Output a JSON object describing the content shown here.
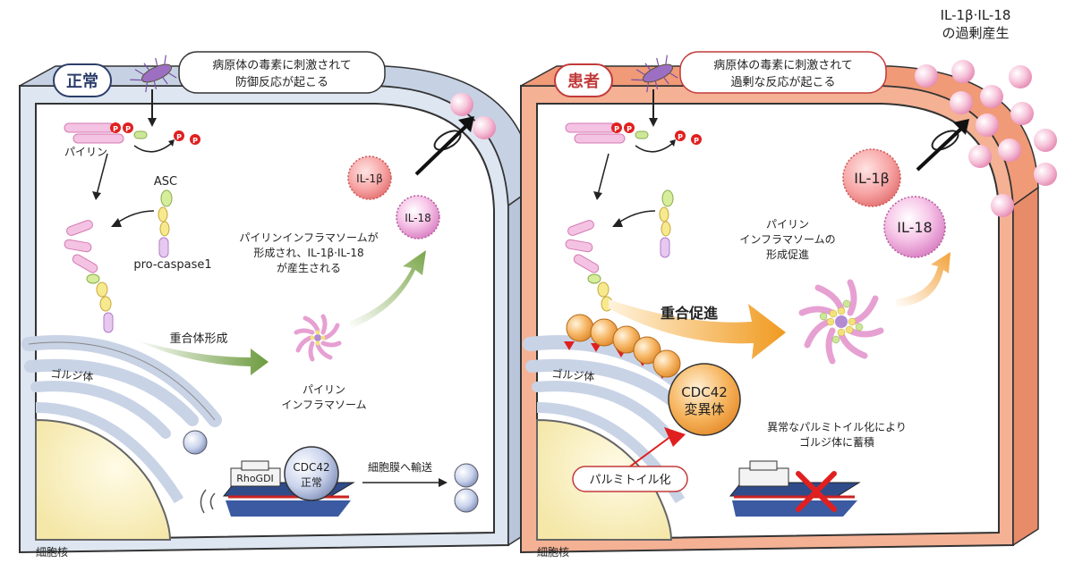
{
  "top_note": {
    "line1": "IL-1β·IL-18",
    "line2": "の過剰産生"
  },
  "normal": {
    "badge": "正常",
    "stimulus": {
      "line1": "病原体の毒素に刺激されて",
      "line2": "防御反応が起こる"
    },
    "pyrin": "パイリン",
    "asc": "ASC",
    "procaspase": "pro-caspase1",
    "phosphate": "P",
    "il1b": "IL-1β",
    "il18": "IL-18",
    "formation": {
      "line1": "パイリンインフラマソームが",
      "line2": "形成され、IL-1β·IL-18",
      "line3": "が産生される"
    },
    "oligomer": "重合体形成",
    "inflammasome": {
      "line1": "パイリン",
      "line2": "インフラマソーム"
    },
    "golgi": "ゴルジ体",
    "rhogdi": "RhoGDI",
    "cdc42": {
      "line1": "CDC42",
      "line2": "正常"
    },
    "transport": "細胞膜へ輸送",
    "nucleus": "細胞核"
  },
  "patient": {
    "badge": "患者",
    "stimulus": {
      "line1": "病原体の毒素に刺激されて",
      "line2": "過剰な反応が起こる"
    },
    "phosphate": "P",
    "il1b": "IL-1β",
    "il18": "IL-18",
    "promotion": {
      "line1": "パイリン",
      "line2": "インフラマソームの",
      "line3": "形成促進"
    },
    "oligomer": "重合促進",
    "golgi": "ゴルジ体",
    "cdc42": {
      "line1": "CDC42",
      "line2": "変異体"
    },
    "abnormal": {
      "line1": "異常なパルミトイル化により",
      "line2": "ゴルジ体に蓄積"
    },
    "palmitoyl": "パルミトイル化",
    "nucleus": "細胞核"
  },
  "colors": {
    "normal_wall": "#d9e3ef",
    "patient_wall": "#f2a586",
    "green_arrow": "#7aa64a",
    "orange_arrow": "#f2a23a",
    "il_pink": "#f3a0c4",
    "red": "#e02020"
  }
}
